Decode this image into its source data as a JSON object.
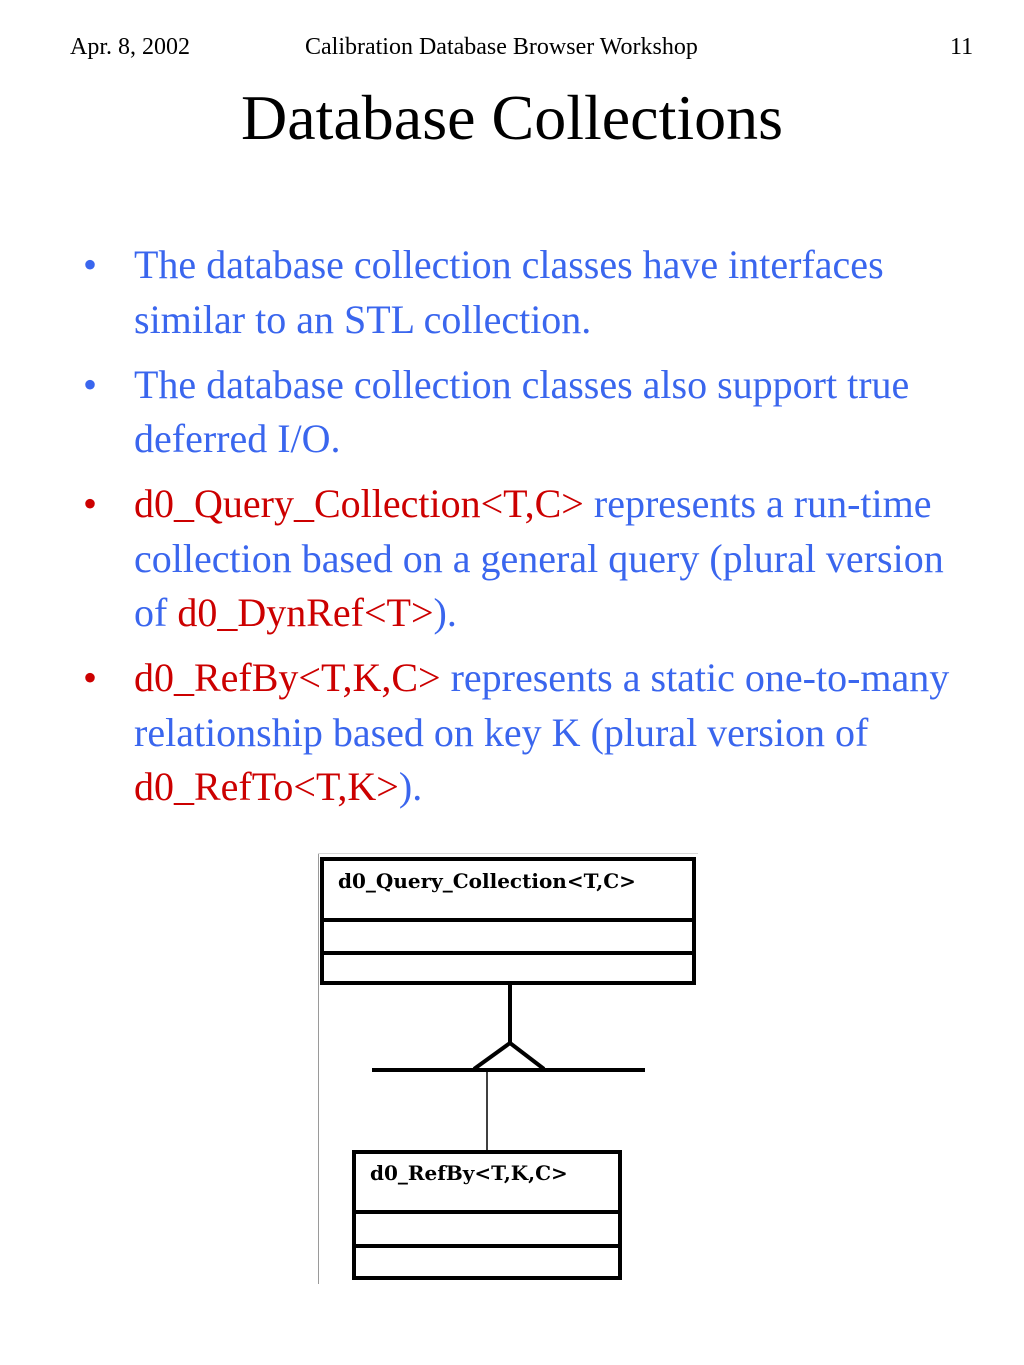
{
  "header": {
    "date": "Apr. 8, 2002",
    "title": "Calibration Database Browser Workshop",
    "page_number": "11"
  },
  "slide": {
    "title": "Database Collections",
    "bullets": [
      {
        "bullet_color": "#3a66ee",
        "segments": [
          {
            "text": "The database collection classes have interfaces similar to an STL collection.",
            "color": "blue"
          }
        ]
      },
      {
        "bullet_color": "#3a66ee",
        "segments": [
          {
            "text": "The database collection classes also support true deferred I/O.",
            "color": "blue"
          }
        ]
      },
      {
        "bullet_color": "#cc0000",
        "segments": [
          {
            "text": "d0_Query_Collection<T,C>",
            "color": "red"
          },
          {
            "text": " represents a run-time collection based on a general query (plural version of ",
            "color": "blue"
          },
          {
            "text": "d0_DynRef<T>",
            "color": "red"
          },
          {
            "text": ").",
            "color": "blue"
          }
        ]
      },
      {
        "bullet_color": "#cc0000",
        "segments": [
          {
            "text": "d0_RefBy<T,K,C>",
            "color": "red"
          },
          {
            "text": " represents a static one-to-many relationship based on key K (plural version of ",
            "color": "blue"
          },
          {
            "text": "d0_RefTo<T,K>",
            "color": "red"
          },
          {
            "text": ").",
            "color": "blue"
          }
        ]
      }
    ]
  },
  "diagram": {
    "type": "uml-inheritance",
    "parent_class": {
      "name": "d0_Query_Collection<T,C>"
    },
    "child_class": {
      "name": "d0_RefBy<T,K,C>"
    },
    "relationship": "generalization"
  },
  "colors": {
    "body_text": "#3a66ee",
    "code_text": "#cc0000",
    "heading": "#000000"
  }
}
